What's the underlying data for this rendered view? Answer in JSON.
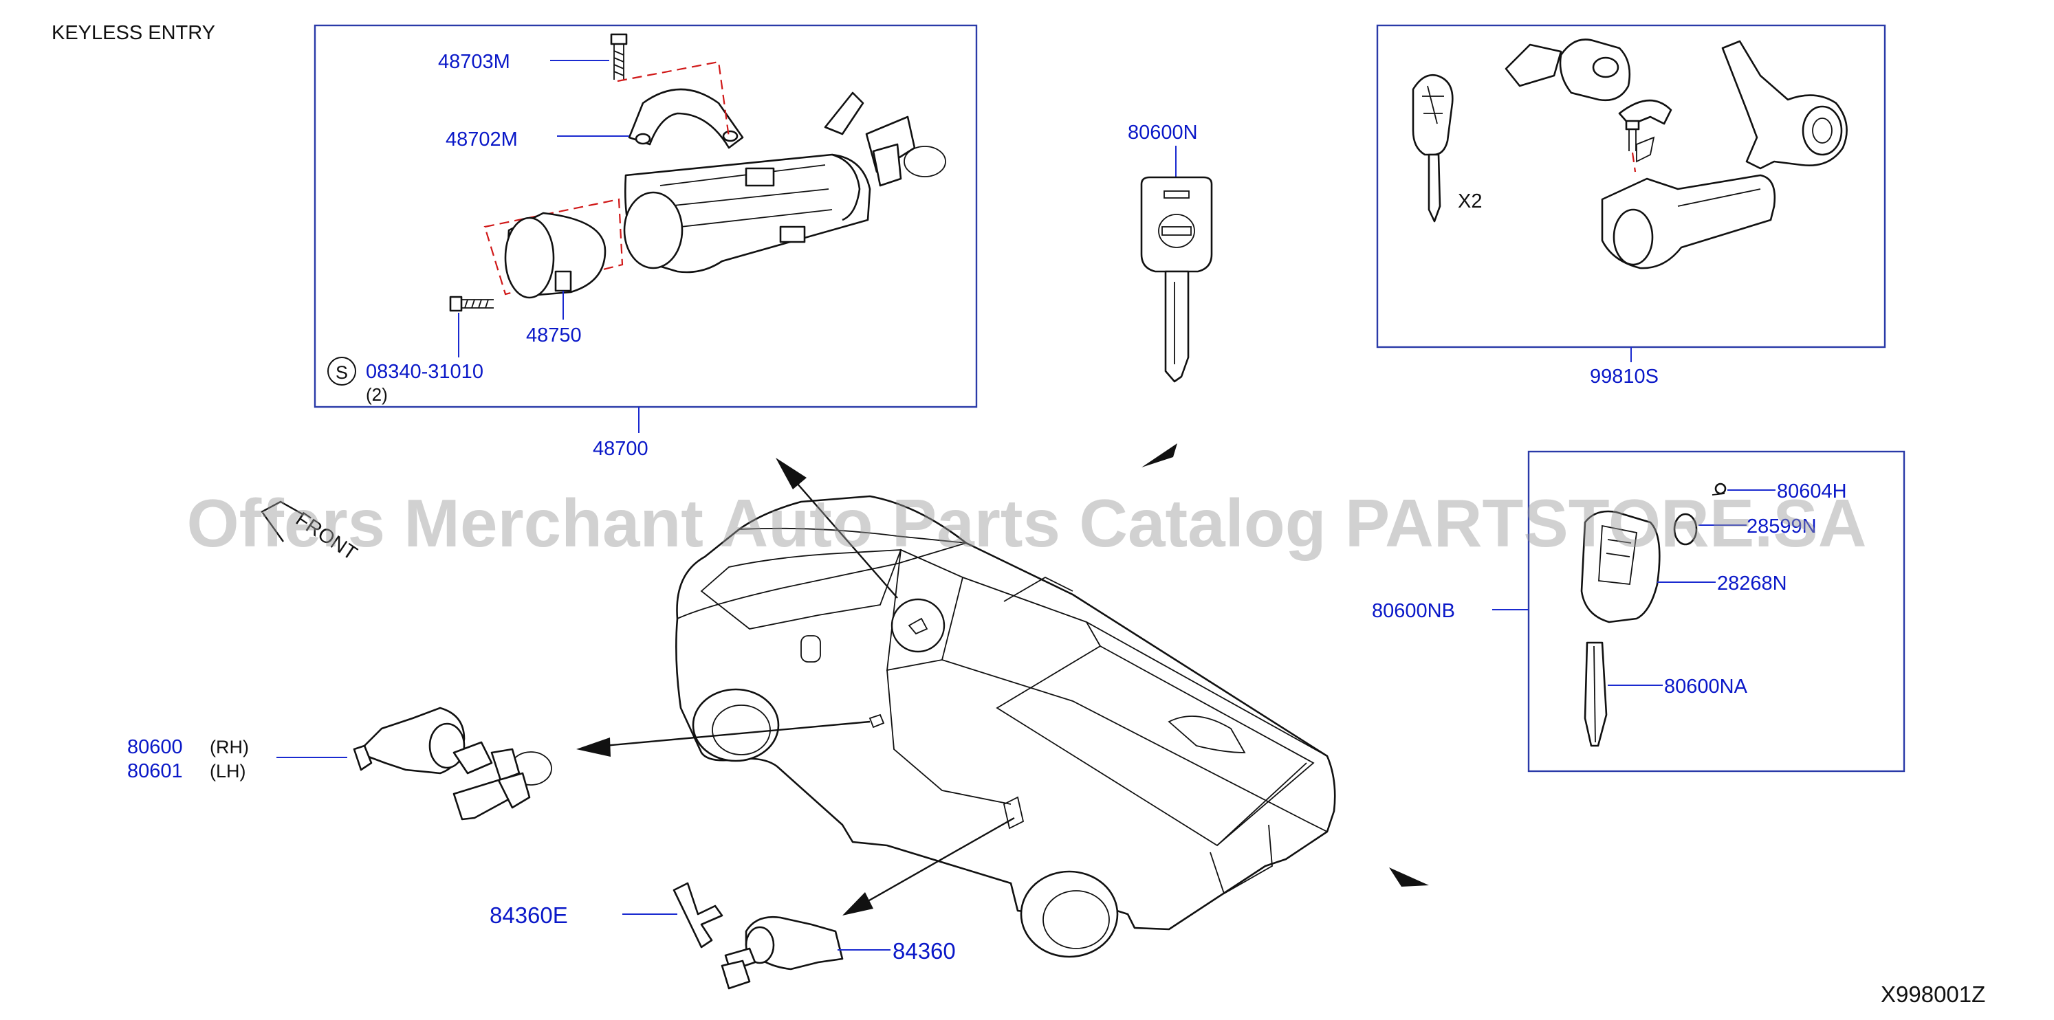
{
  "header": {
    "title": "KEYLESS   ENTRY"
  },
  "footer": {
    "code": "X998001Z"
  },
  "watermark": "Offers Merchant Auto Parts Catalog PARTSTORE.SA",
  "front_label": "FRONT",
  "colors": {
    "part_number": "#0a18c8",
    "line": "#111111",
    "box": "#2a3aa8",
    "alignment": "#d01818"
  },
  "ignition_box": {
    "parts": {
      "bolt": "48703M",
      "clamp": "48702M",
      "cylinder_end": "48750",
      "screw": "08340-31010"
    },
    "screw_symbol": "S",
    "screw_qty": "(2)",
    "assembly": "48700"
  },
  "key_blank": {
    "part": "80600N",
    "icon": "nissan-key-icon"
  },
  "kit_box": {
    "qty": "X2",
    "assembly": "99810S"
  },
  "fob_box": {
    "parts": {
      "screw": "80604H",
      "battery": "28599N",
      "case": "28268N",
      "blade": "80600NA"
    },
    "assembly": "80600NB"
  },
  "door_cylinder": {
    "part_rh": "80600",
    "side_rh": "(RH)",
    "part_lh": "80601",
    "side_lh": "(LH)"
  },
  "tailgate": {
    "bracket": "84360E",
    "cylinder": "84360"
  }
}
